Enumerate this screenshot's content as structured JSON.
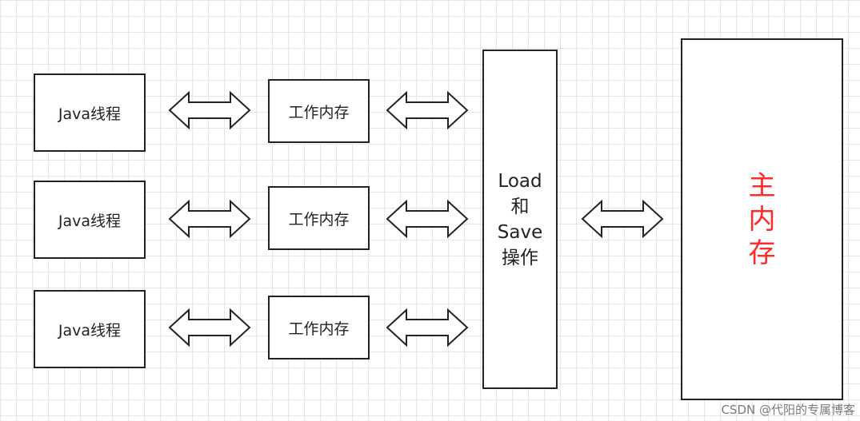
{
  "threads": [
    "Java线程",
    "Java线程",
    "Java线程"
  ],
  "work_memories": [
    "工作内存",
    "工作内存",
    "工作内存"
  ],
  "load_save": [
    "Load",
    "和",
    "Save",
    "操作"
  ],
  "main_memory": [
    "主",
    "内",
    "存"
  ],
  "colors": {
    "main_memory_text": "#ff2a2a",
    "border": "#222222"
  },
  "watermark": "CSDN @代阳的专属博客"
}
